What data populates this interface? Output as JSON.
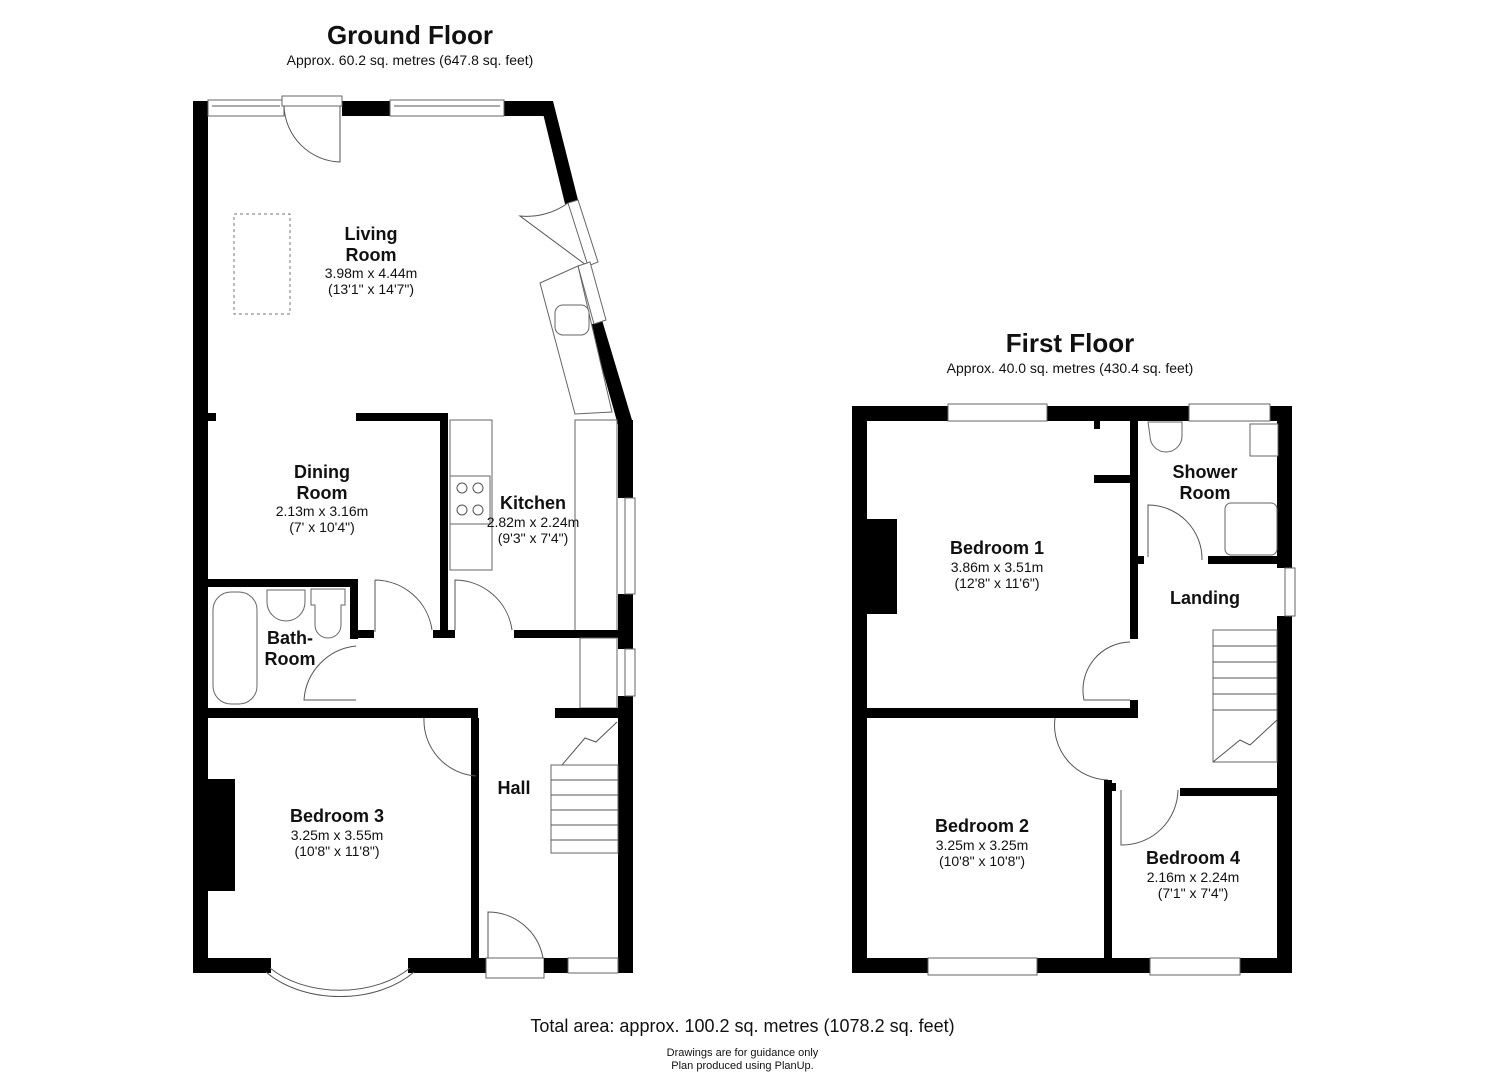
{
  "ground_floor": {
    "title": "Ground Floor",
    "area": "Approx. 60.2 sq. metres (647.8 sq. feet)",
    "rooms": [
      {
        "name": "Living",
        "name2": "Room",
        "metric": "3.98m x 4.44m",
        "imperial": "(13'1\" x 14'7\")"
      },
      {
        "name": "Dining",
        "name2": "Room",
        "metric": "2.13m x 3.16m",
        "imperial": "(7' x 10'4\")"
      },
      {
        "name": "Kitchen",
        "metric": "2.82m x 2.24m",
        "imperial": "(9'3\" x 7'4\")"
      },
      {
        "name": "Bath-",
        "name2": "Room"
      },
      {
        "name": "Bedroom 3",
        "metric": "3.25m x 3.55m",
        "imperial": "(10'8\" x 11'8\")"
      },
      {
        "name": "Hall"
      }
    ]
  },
  "first_floor": {
    "title": "First Floor",
    "area": "Approx. 40.0 sq. metres (430.4 sq. feet)",
    "rooms": [
      {
        "name": "Bedroom 1",
        "metric": "3.86m x 3.51m",
        "imperial": "(12'8\" x 11'6\")"
      },
      {
        "name": "Shower",
        "name2": "Room"
      },
      {
        "name": "Landing"
      },
      {
        "name": "Bedroom 2",
        "metric": "3.25m x 3.25m",
        "imperial": "(10'8\" x 10'8\")"
      },
      {
        "name": "Bedroom 4",
        "metric": "2.16m x 2.24m",
        "imperial": "(7'1\" x 7'4\")"
      }
    ]
  },
  "footer": {
    "total": "Total area: approx. 100.2 sq. metres (1078.2 sq. feet)",
    "note1": "Drawings are for guidance only",
    "note2": "Plan produced using PlanUp."
  }
}
